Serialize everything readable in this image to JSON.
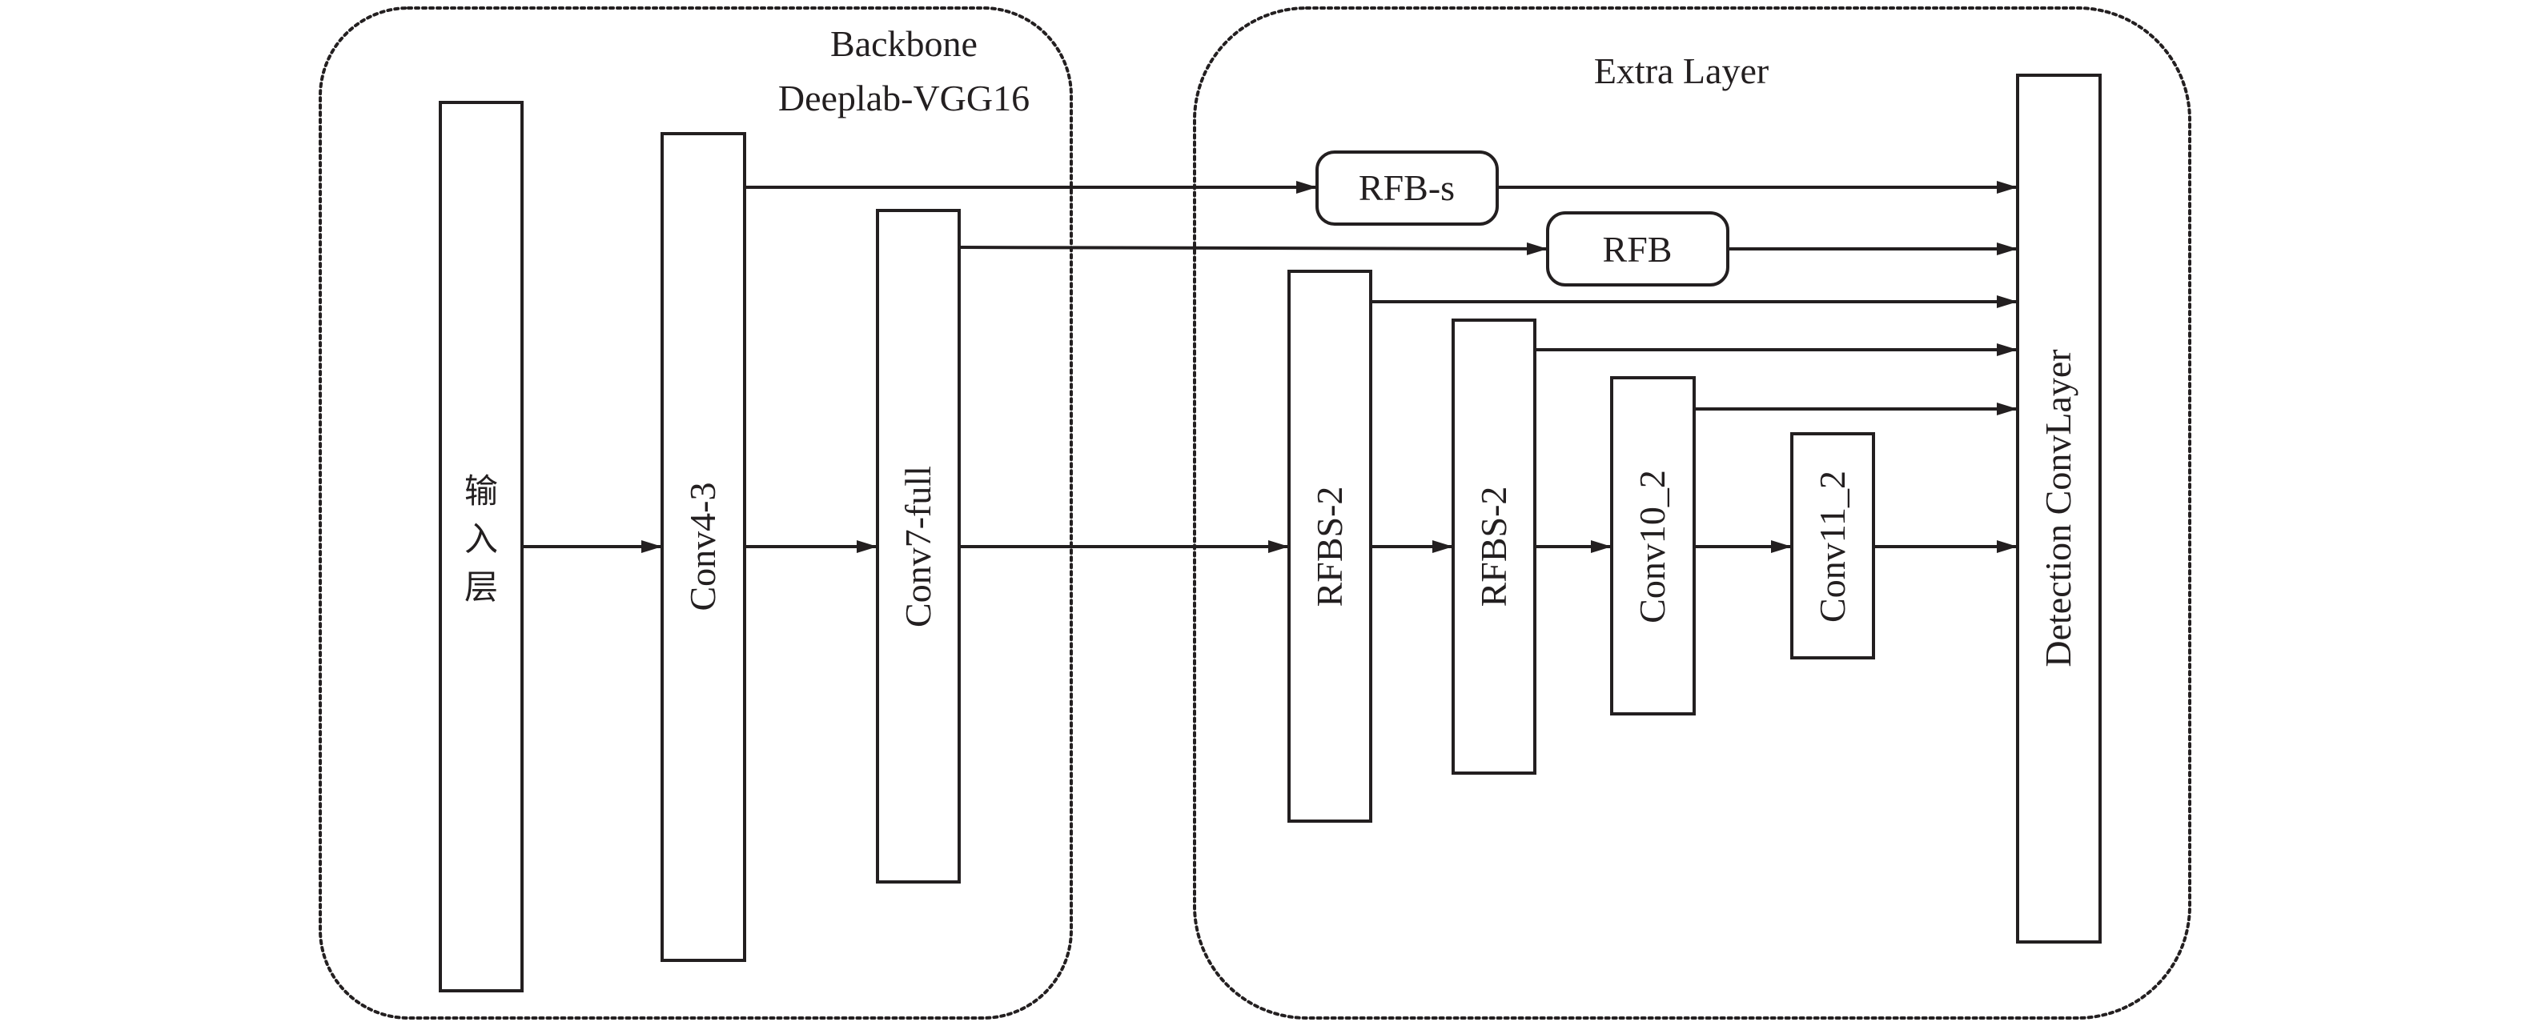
{
  "groups": {
    "backbone": {
      "title_line1": "Backbone",
      "title_line2": "Deeplab-VGG16"
    },
    "extra": {
      "title": "Extra Layer"
    }
  },
  "layers": {
    "input": {
      "label_chars": [
        "输",
        "入",
        "层"
      ]
    },
    "conv4_3": {
      "label": "Conv4-3"
    },
    "conv7_full": {
      "label": "Conv7-full"
    },
    "rfbs2_a": {
      "label": "RFBS-2"
    },
    "rfbs2_b": {
      "label": "RFBS-2"
    },
    "conv10_2": {
      "label": "Conv10_2"
    },
    "conv11_2": {
      "label": "Conv11_2"
    },
    "detection": {
      "label": "Detection ConvLayer"
    }
  },
  "modules": {
    "rfb_s": {
      "label": "RFB-s"
    },
    "rfb": {
      "label": "RFB"
    }
  },
  "connections": [
    {
      "from": "input",
      "to": "conv4_3"
    },
    {
      "from": "conv4_3",
      "to": "conv7_full"
    },
    {
      "from": "conv7_full",
      "to": "rfbs2_a"
    },
    {
      "from": "rfbs2_a",
      "to": "rfbs2_b"
    },
    {
      "from": "rfbs2_b",
      "to": "conv10_2"
    },
    {
      "from": "conv10_2",
      "to": "conv11_2"
    },
    {
      "from": "conv11_2",
      "to": "detection"
    },
    {
      "from": "conv4_3",
      "to": "rfb_s"
    },
    {
      "from": "rfb_s",
      "to": "detection"
    },
    {
      "from": "conv7_full",
      "to": "rfb"
    },
    {
      "from": "rfb",
      "to": "detection"
    },
    {
      "from": "rfbs2_a",
      "to": "detection"
    },
    {
      "from": "rfbs2_b",
      "to": "detection"
    },
    {
      "from": "conv10_2",
      "to": "detection"
    }
  ],
  "colors": {
    "stroke": "#231f20",
    "background": "#ffffff"
  }
}
